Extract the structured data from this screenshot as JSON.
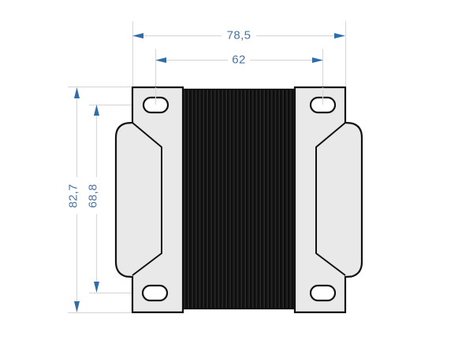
{
  "drawing": {
    "title": "transformer-front-view-dimension-drawing",
    "labels": {
      "overall_width": "78,5",
      "hole_spacing_horizontal": "62",
      "overall_height": "82,7",
      "hole_spacing_vertical": "68,8"
    },
    "colors": {
      "dimension_text": "#4a74a4",
      "dimension_arrow": "#2f6da8",
      "dimension_line": "#d9d9d9",
      "bracket_fill": "#e9e9e9",
      "bracket_outline": "#111111",
      "core_base": "#141414",
      "core_stripe_light": "#2e2e2e",
      "core_stripe_dark": "#070707",
      "background": "#ffffff"
    }
  }
}
